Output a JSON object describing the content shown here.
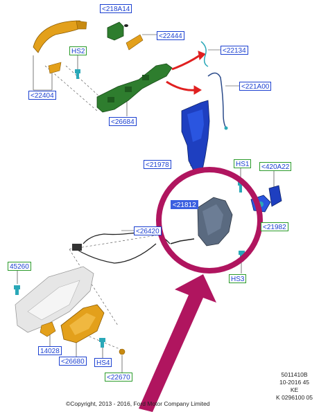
{
  "callouts": {
    "c218A14": "<218A14",
    "c22444": "<22444",
    "hs2": "HS2",
    "c22134": "<22134",
    "c221A00": "<221A00",
    "c22404": "<22404",
    "c26684": "<26684",
    "c21978": "<21978",
    "hs1": "HS1",
    "c420A22": "<420A22",
    "c21812": "<21812",
    "c21982": "<21982",
    "c26420": "<26420",
    "hs3": "HS3",
    "c45260": "45260",
    "c14028": "14028",
    "c26680": "<26680",
    "hs4": "HS4",
    "c22670": "<22670"
  },
  "footer": {
    "copyright": "©Copyright, 2013 - 2016, Ford Motor Company Limited",
    "codes": [
      "5011410B",
      "10-2016 45",
      "KE",
      "K 0296100 05"
    ]
  },
  "colors": {
    "callout_border_blue": "#1a3fd0",
    "callout_border_green": "#2a9a2a",
    "highlight_circle": "#b0155f",
    "part_orange": "#e3a01b",
    "part_green": "#2e7d2e",
    "part_blue": "#1e3fc0",
    "part_gray": "#5a6a80",
    "part_cyan": "#2aa8b8",
    "arrow_red": "#e02020"
  }
}
